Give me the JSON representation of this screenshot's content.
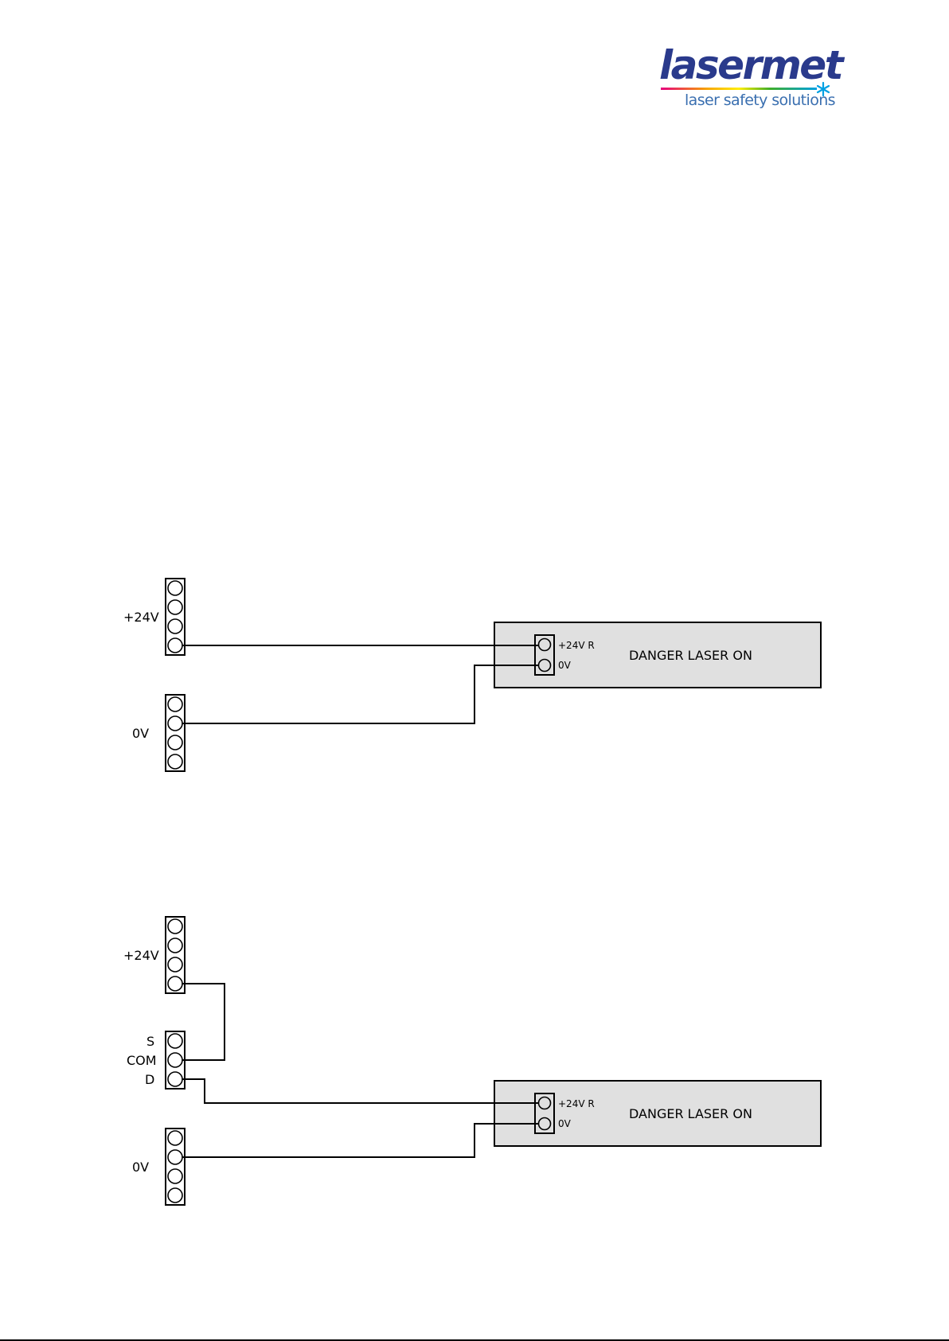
{
  "logo": {
    "brand": "lasermet",
    "tagline": "laser safety solutions",
    "brand_color": "#2a3a8c",
    "tagline_color": "#3a6fb0",
    "star_color": "#00a0e3"
  },
  "diagram1": {
    "terminal_pos_label": "+24V",
    "terminal_neg_label": "0V",
    "sign_pin_pos_label": "+24V R",
    "sign_pin_neg_label": "0V",
    "sign_text": "DANGER LASER ON"
  },
  "diagram2": {
    "terminal_pos_label": "+24V",
    "relay_s_label": "S",
    "relay_com_label": "COM",
    "relay_d_label": "D",
    "terminal_neg_label": "0V",
    "sign_pin_pos_label": "+24V R",
    "sign_pin_neg_label": "0V",
    "sign_text": "DANGER LASER ON"
  },
  "colors": {
    "sign_fill": "#e0e0e0",
    "line": "#000000"
  }
}
